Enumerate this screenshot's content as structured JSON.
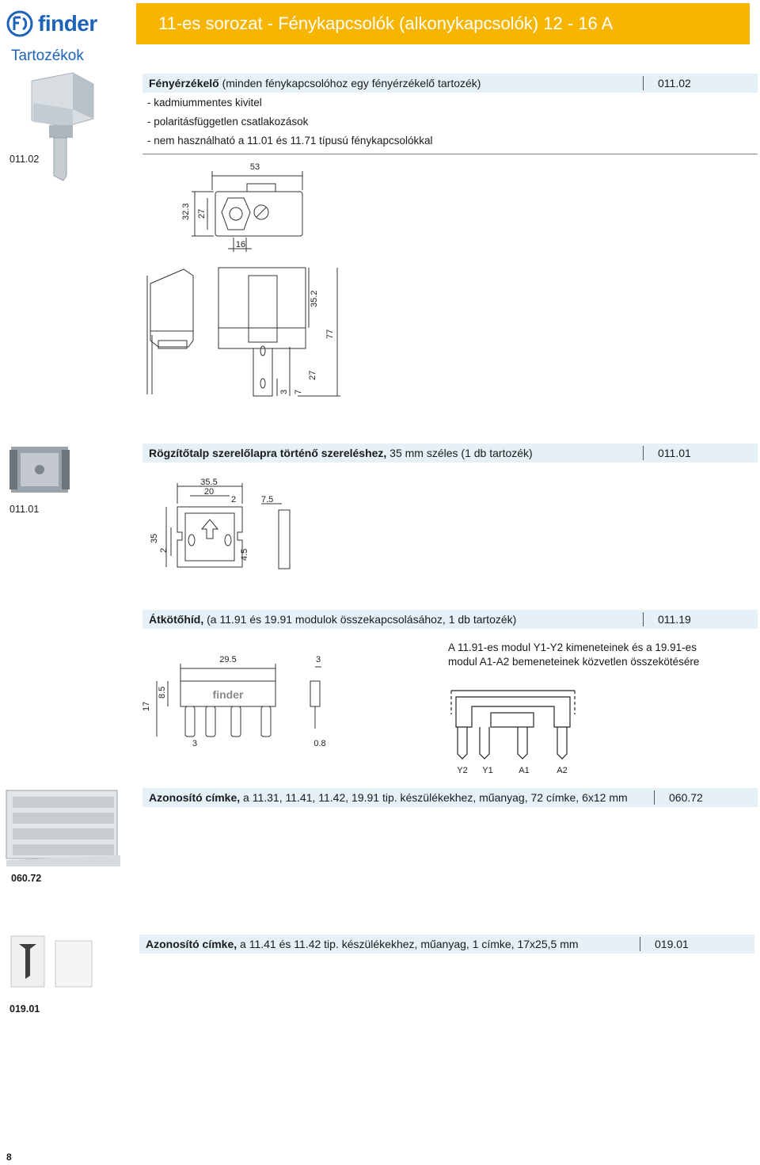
{
  "header": {
    "brand": "finder",
    "title": "11-es sorozat - Fénykapcsolók (alkonykapcsolók) 12 - 16 A",
    "section": "Tartozékok"
  },
  "items": [
    {
      "code": "011.02",
      "title_bold": "Fényérzékelő",
      "title_rest": " (minden fénykapcsolóhoz egy fényérzékelő tartozék)",
      "lines": [
        "- kadmiummentes kivitel",
        "- polaritásfüggetlen csatlakozások",
        "- nem használható a 11.01 és 11.71 típusú fénykapcsolókkal"
      ],
      "photo_label": "011.02",
      "dims_top": [
        "53",
        "32.3",
        "27",
        "16"
      ],
      "dims_side": [
        "35.2",
        "77",
        "27",
        "7",
        "3"
      ]
    },
    {
      "code": "011.01",
      "title_bold": "Rögzítőtalp szerelőlapra történő szereléshez,",
      "title_rest": " 35 mm széles (1 db tartozék)",
      "photo_label": "011.01",
      "dims": [
        "35.5",
        "20",
        "2",
        "7.5",
        "35",
        "2",
        "4.5"
      ]
    },
    {
      "code": "011.19",
      "title_bold": "Átkötőhíd,",
      "title_rest": " (a 11.91 és 19.91 modulok összekapcsolásához, 1 db tartozék)",
      "desc": [
        "A 11.91-es modul Y1-Y2 kimeneteinek és a 19.91-es",
        "modul A1-A2 bemeneteinek közvetlen összekötésére"
      ],
      "dims": [
        "29.5",
        "3",
        "17",
        "8.5",
        "3",
        "0.8"
      ],
      "pins": [
        "Y2",
        "Y1",
        "A1",
        "A2"
      ]
    },
    {
      "code": "060.72",
      "title_bold": "Azonosító címke,",
      "title_rest": " a 11.31, 11.41, 11.42, 19.91 tip. készülékekhez, műanyag, 72 címke, 6x12 mm",
      "photo_label": "060.72"
    },
    {
      "code": "019.01",
      "title_bold": "Azonosító címke,",
      "title_rest": " a 11.41 és 11.42 tip. készülékekhez, műanyag, 1 címke, 17x25,5 mm",
      "photo_label": "019.01"
    }
  ],
  "footer": {
    "page_number": "8"
  },
  "colors": {
    "brand_blue": "#1d63b8",
    "banner_yellow": "#f7b500",
    "bar_bg": "#e6f1f7"
  }
}
